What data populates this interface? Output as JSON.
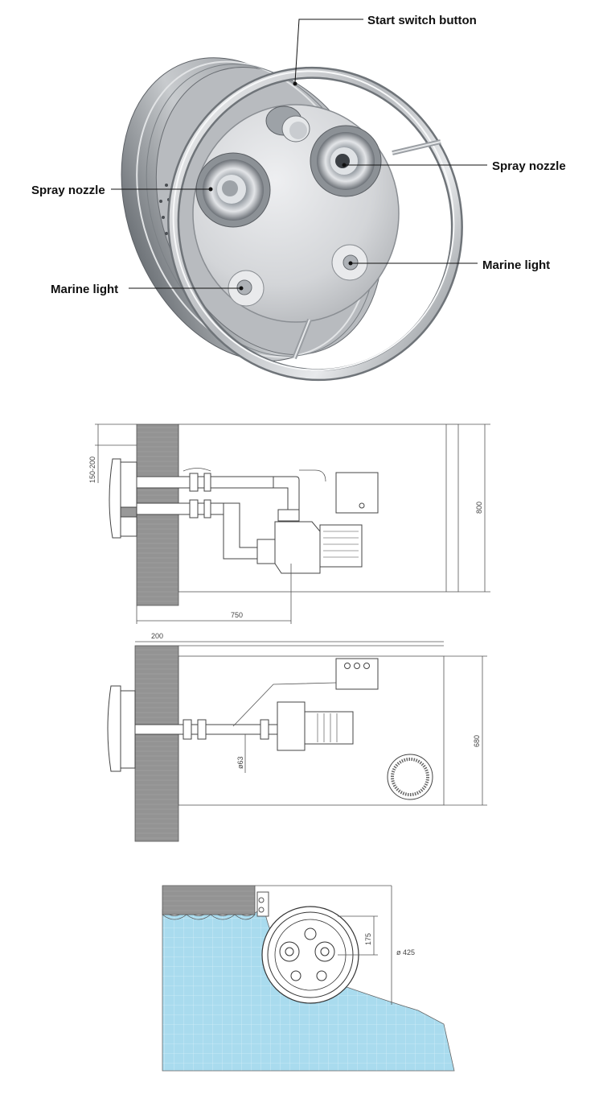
{
  "callouts": {
    "start_switch": "Start switch button",
    "spray_nozzle_right": "Spray nozzle",
    "spray_nozzle_left": "Spray nozzle",
    "marine_light_right": "Marine light",
    "marine_light_left": "Marine light"
  },
  "drawing1": {
    "dim_height_range": "150-200",
    "dim_tank_height": "800",
    "dim_length": "750"
  },
  "drawing2": {
    "dim_wall": "200",
    "dim_tank_height": "680",
    "dim_pipe": "ø63"
  },
  "drawing3": {
    "dim_offset": "175",
    "dim_diameter": "ø 425"
  },
  "colors": {
    "water": "#a9dbee",
    "wall": "#8f8f8f",
    "steel": "#c9ccd0"
  }
}
